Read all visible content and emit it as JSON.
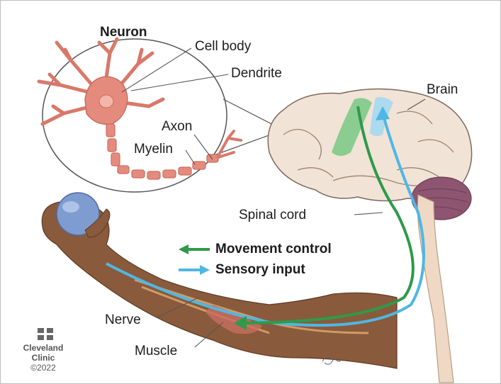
{
  "labels": {
    "neuron": "Neuron",
    "cell_body": "Cell body",
    "dendrite": "Dendrite",
    "axon": "Axon",
    "myelin": "Myelin",
    "brain": "Brain",
    "spinal_cord": "Spinal cord",
    "nerve": "Nerve",
    "muscle": "Muscle"
  },
  "legend": {
    "movement": "Movement control",
    "sensory": "Sensory input"
  },
  "credit": {
    "line1": "Cleveland",
    "line2": "Clinic",
    "year": "©2022"
  },
  "colors": {
    "movement": "#2e9a4a",
    "sensory": "#4fb7e3",
    "neuron": "#e2897b",
    "brain": "#efe0d4",
    "cerebellum": "#8d5570",
    "skin": "#8a5a3c"
  }
}
